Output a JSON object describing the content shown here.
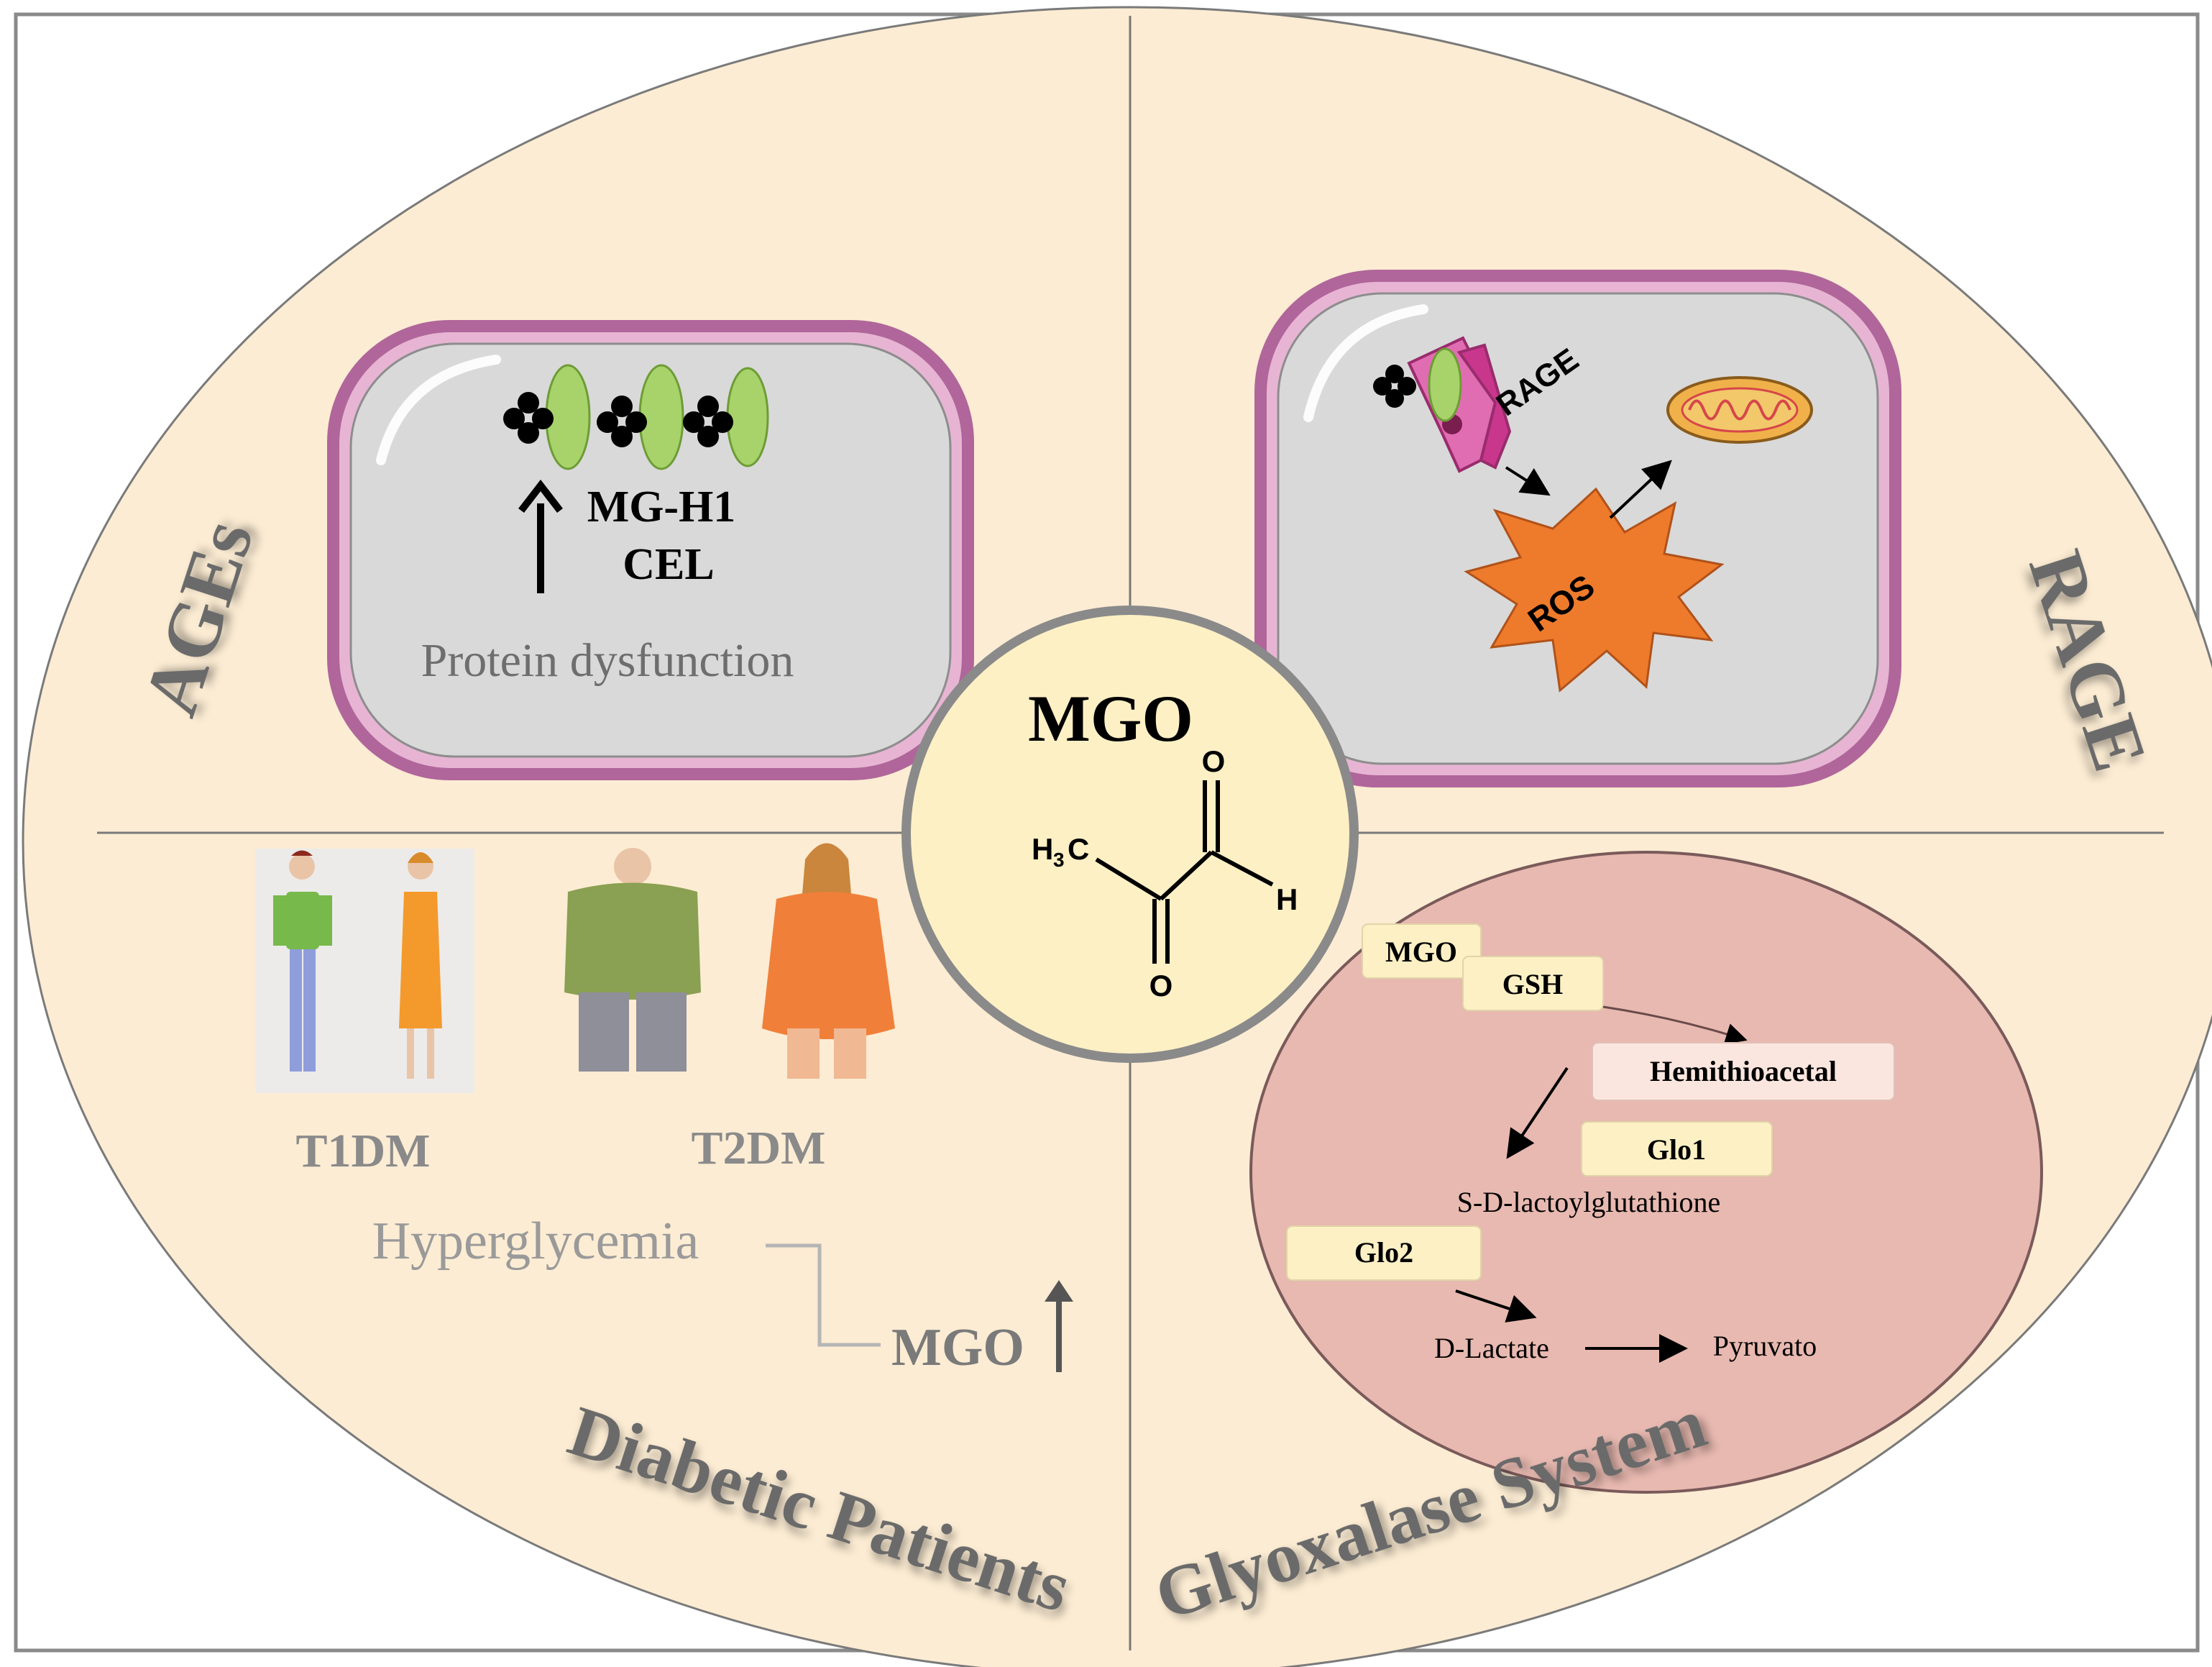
{
  "center": {
    "title": "MGO",
    "molecule": {
      "o_top": "O",
      "ch3": "H",
      "ch3_sub": "3",
      "ch3_c": "C",
      "h": "H",
      "o_bottom": "O"
    }
  },
  "quadrants": {
    "ages": {
      "title": "AGEs",
      "markers_line1": "MG-H1",
      "markers_line2": "CEL",
      "effect": "Protein dysfunction"
    },
    "rage": {
      "title": "RAGE",
      "receptor_label": "RAGE",
      "ros_label": "ROS"
    },
    "diabetic": {
      "title": "Diabetic Patients",
      "type1": "T1DM",
      "type2": "T2DM",
      "condition": "Hyperglycemia",
      "result": "MGO"
    },
    "glyoxalase": {
      "title": "Glyoxalase System",
      "mgo": "MGO",
      "gsh": "GSH",
      "hemithioacetal": "Hemithioacetal",
      "glo1": "Glo1",
      "lactoyl": "S-D-lactoylglutathione",
      "glo2": "Glo2",
      "dlactate": "D-Lactate",
      "pyruvate": "Pyruvato"
    }
  },
  "colors": {
    "background": "#fcecd3",
    "border": "#7a7a7a",
    "cell_fill": "#d9d9d9",
    "cell_membrane": "#b0669a",
    "center_fill": "#fdf0c4",
    "glyoxalase_fill": "#e8b9b0",
    "ros": "#ee7b2b",
    "title_gray": "#6b6b6b"
  }
}
